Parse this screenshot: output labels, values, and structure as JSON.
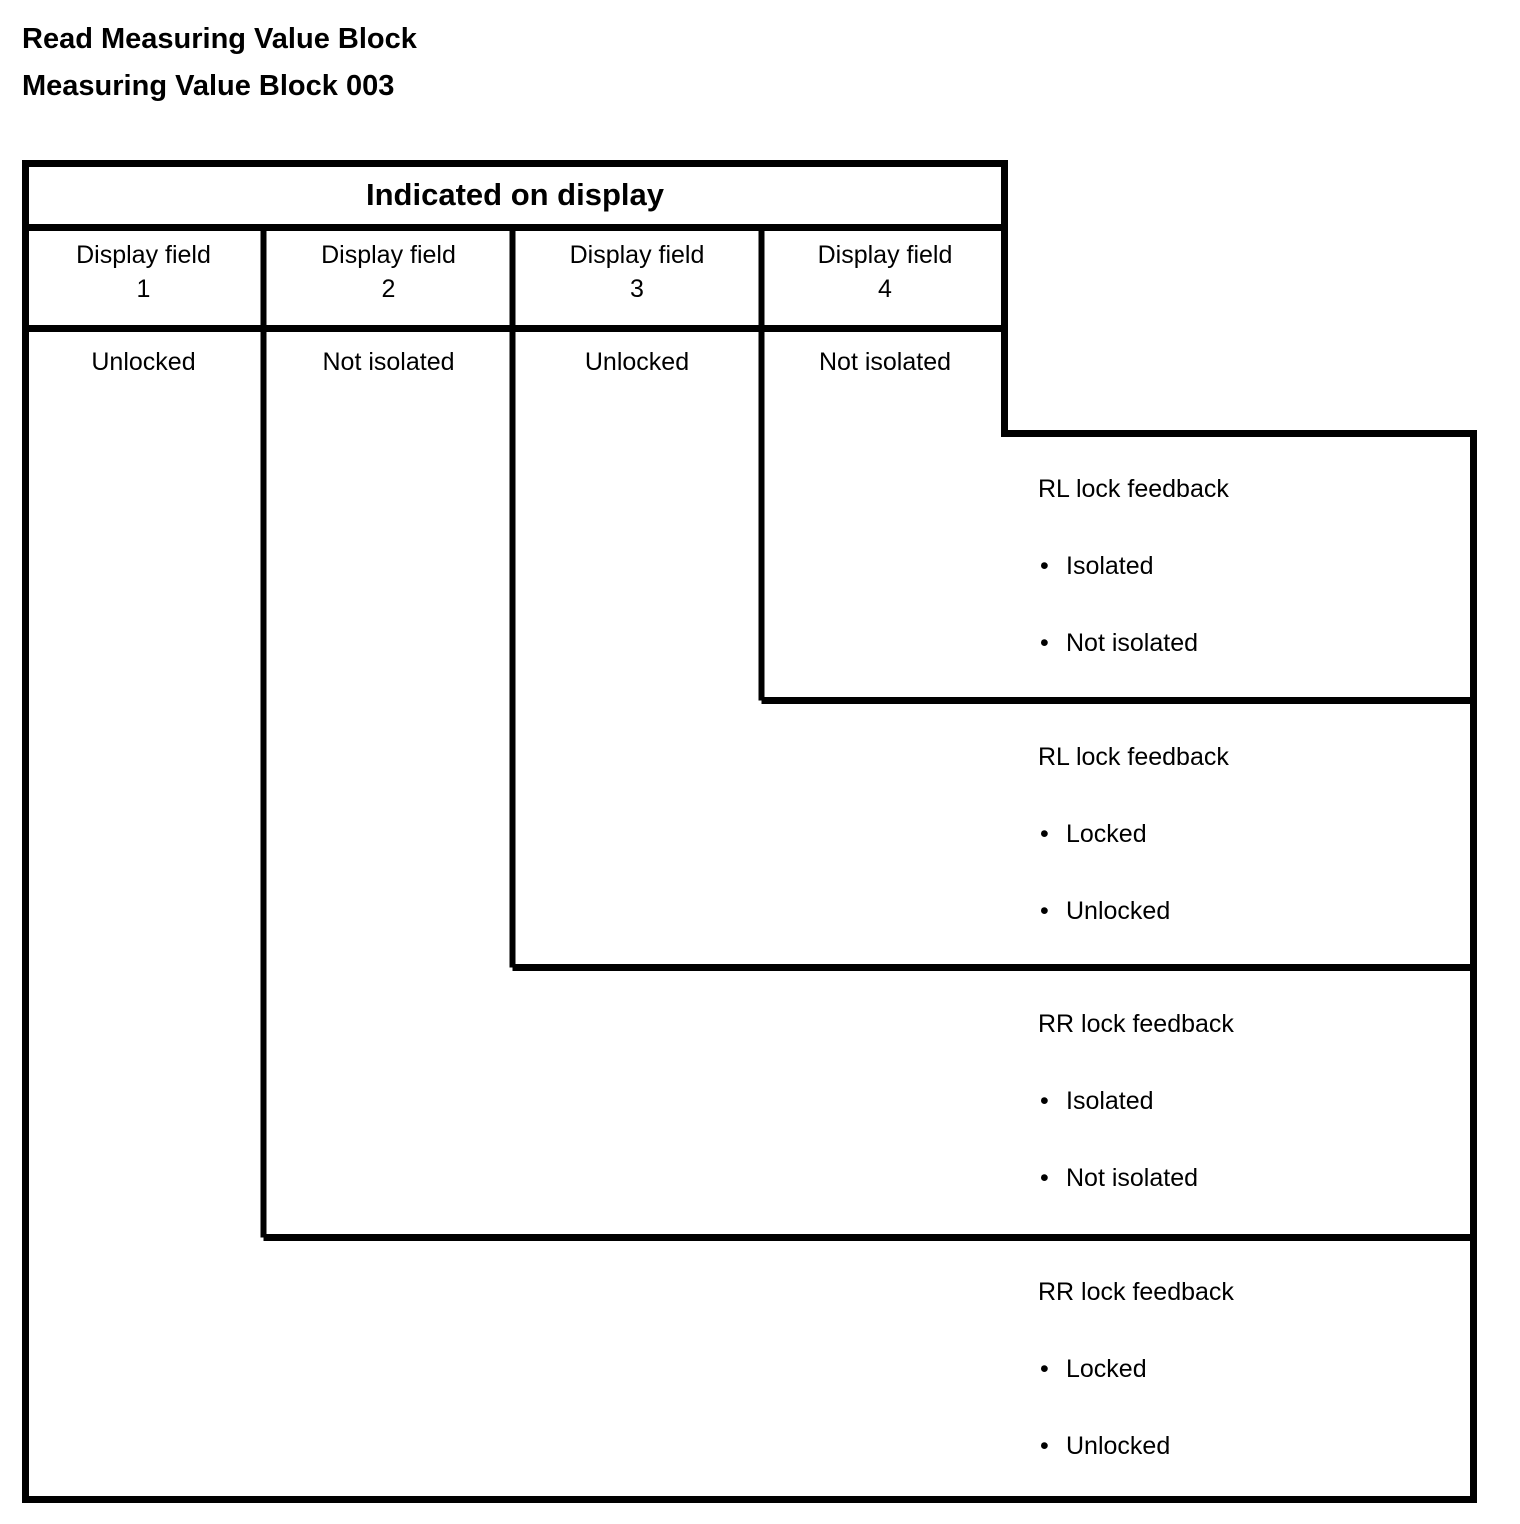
{
  "title": {
    "line1": "Read Measuring Value Block",
    "line2": "Measuring Value Block 003"
  },
  "table": {
    "banner": "Indicated on display",
    "headers": [
      "Display field\n1",
      "Display field\n2",
      "Display field\n3",
      "Display field\n4"
    ],
    "header_label": "Display field",
    "header_numbers": [
      "1",
      "2",
      "3",
      "4"
    ],
    "values": [
      "Unlocked",
      "Not isolated",
      "Unlocked",
      "Not isolated"
    ]
  },
  "callouts": [
    {
      "title": "RL lock feedback",
      "bullet_glyph": "•",
      "items": [
        "Isolated",
        "Not isolated"
      ]
    },
    {
      "title": "RL lock feedback",
      "bullet_glyph": "•",
      "items": [
        "Locked",
        "Unlocked"
      ]
    },
    {
      "title": "RR lock feedback",
      "bullet_glyph": "•",
      "items": [
        "Isolated",
        "Not isolated"
      ]
    },
    {
      "title": "RR lock feedback",
      "bullet_glyph": "•",
      "items": [
        "Locked",
        "Unlocked"
      ]
    }
  ],
  "style": {
    "stroke": "#000000",
    "background": "#ffffff"
  }
}
